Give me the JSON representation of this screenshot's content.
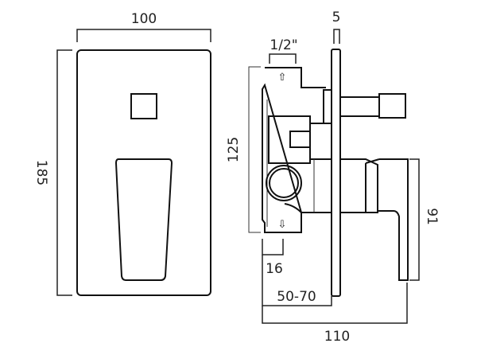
{
  "front_view": {
    "width_label": "100",
    "height_label": "185"
  },
  "side_view": {
    "plate_thickness_label": "5",
    "thread_label": "1/2\"",
    "body_height_label": "125",
    "lever_height_label": "91",
    "body_offset_label": "16",
    "wall_depth_label": "50-70",
    "total_depth_label": "110",
    "flow_up_icon": "⇧",
    "flow_down_icon": "⇩"
  }
}
